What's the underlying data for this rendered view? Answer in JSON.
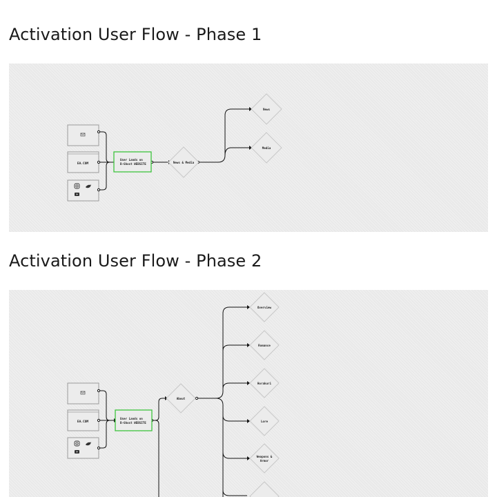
{
  "phase1": {
    "title": "Activation User Flow - Phase 1",
    "sources": {
      "website_label": "EA.COM"
    },
    "main_node": {
      "line1": "User Lands on",
      "line2": "B-Ghost WEBSITE"
    },
    "hub": {
      "label": "News & Media"
    },
    "branches": [
      "News",
      "Media"
    ]
  },
  "phase2": {
    "title": "Activation User Flow - Phase 2",
    "sources": {
      "website_label": "EA.COM"
    },
    "main_node": {
      "line1": "User Lands on",
      "line2": "B-Ghost WEBSITE"
    },
    "hub": {
      "label": "About"
    },
    "branches": [
      {
        "line1": "Overview",
        "line2": ""
      },
      {
        "line1": "Romance",
        "line2": ""
      },
      {
        "line1": "Horakuri",
        "line2": ""
      },
      {
        "line1": "Lore",
        "line2": ""
      },
      {
        "line1": "Weapons &",
        "line2": "Armor"
      }
    ]
  },
  "colors": {
    "highlight": "#3cc43c",
    "canvas": "#e9e9e9",
    "ink": "#1a1a1a"
  }
}
